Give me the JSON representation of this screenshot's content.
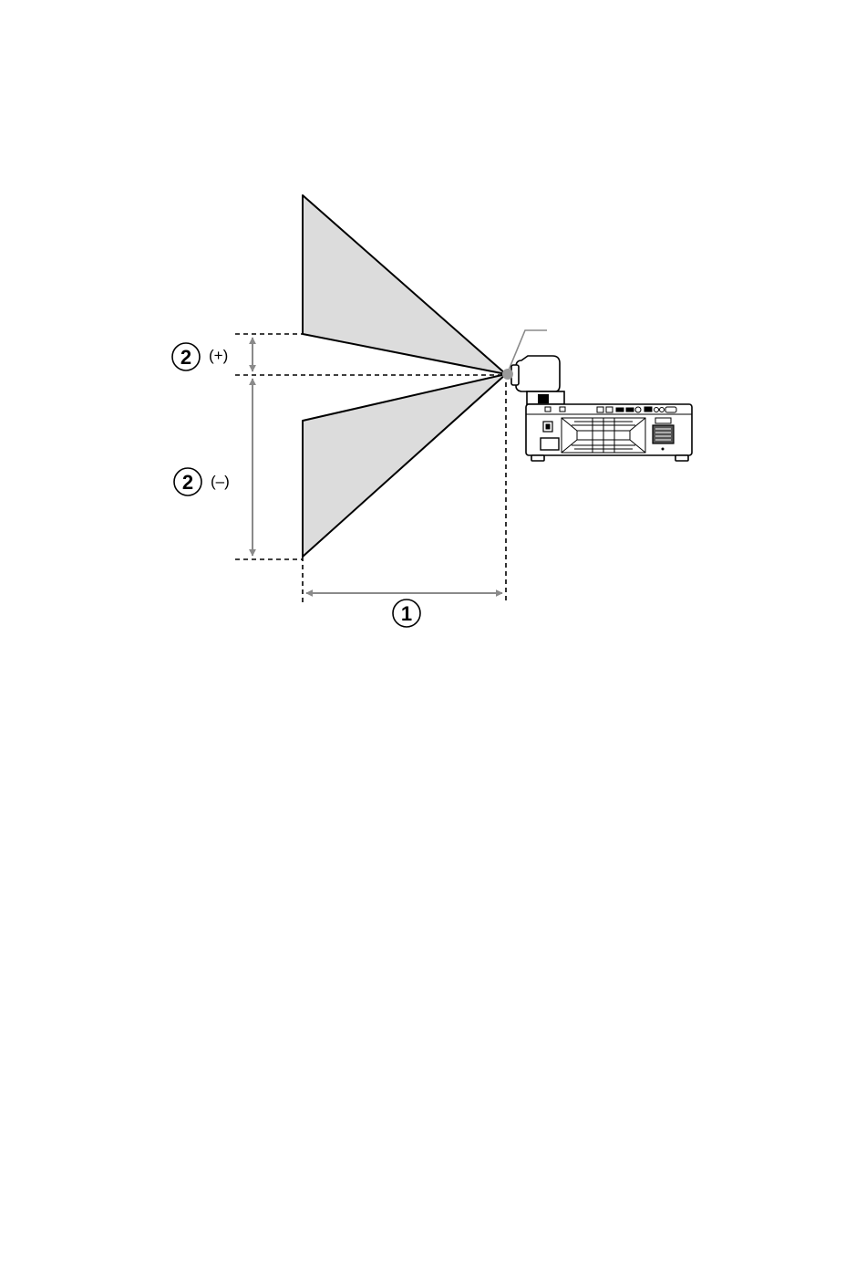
{
  "labels": {
    "distance_marker": "1",
    "offset_marker_upper": "2",
    "offset_marker_lower": "2",
    "offset_sign_upper": "(+)",
    "offset_sign_lower": "(–)"
  },
  "colors": {
    "beam_fill": "#dcdcdc",
    "outline": "#000000",
    "dimension_arrow": "#8a8a8a",
    "lens_dot": "#9a9a9a",
    "background": "#ffffff"
  },
  "icons": {
    "projector": "projector-icon",
    "lens_point": "lens-point-icon"
  }
}
